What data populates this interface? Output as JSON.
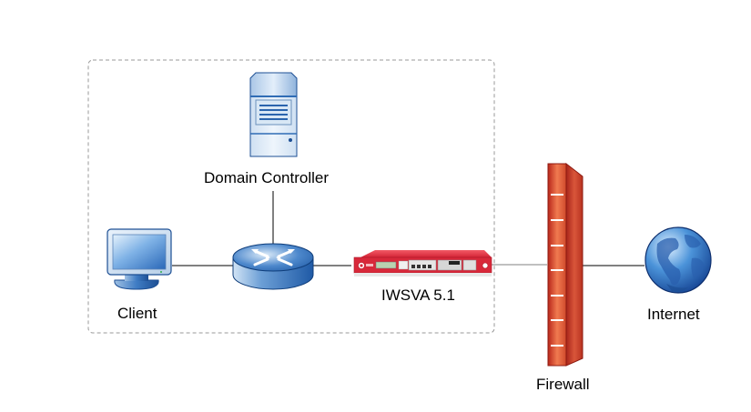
{
  "diagram": {
    "type": "network-topology",
    "group": {
      "name": "internal-network",
      "border_style": "dashed",
      "border_color": "#9a9a9a"
    },
    "nodes": [
      {
        "id": "domain-controller",
        "label": "Domain Controller",
        "icon": "server-icon"
      },
      {
        "id": "client",
        "label": "Client",
        "icon": "monitor-icon"
      },
      {
        "id": "router",
        "label": "",
        "icon": "router-icon"
      },
      {
        "id": "iwsva",
        "label": "IWSVA 5.1",
        "icon": "appliance-icon"
      },
      {
        "id": "firewall",
        "label": "Firewall",
        "icon": "firewall-icon"
      },
      {
        "id": "internet",
        "label": "Internet",
        "icon": "globe-icon"
      }
    ],
    "edges": [
      {
        "from": "client",
        "to": "router"
      },
      {
        "from": "domain-controller",
        "to": "router"
      },
      {
        "from": "router",
        "to": "iwsva"
      },
      {
        "from": "iwsva",
        "to": "firewall"
      },
      {
        "from": "firewall",
        "to": "internet"
      }
    ],
    "colors": {
      "appliance_red": "#d8283a",
      "firewall_red": "#c8402a",
      "device_blue": "#2f6cb5",
      "line": "#000000",
      "line_gray": "#808080"
    }
  }
}
